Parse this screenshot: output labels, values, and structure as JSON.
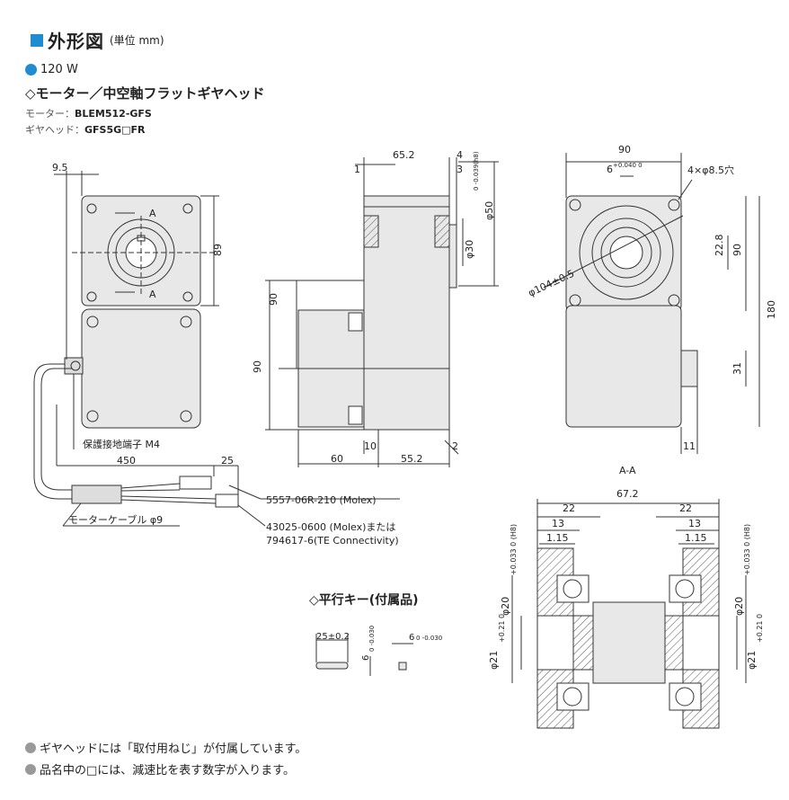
{
  "header": {
    "title": "外形図",
    "unit": "(単位 mm)"
  },
  "power": "120 W",
  "subtitle": "◇モーター／中空軸フラットギヤヘッド",
  "motor": {
    "label": "モーター：",
    "value": "BLEM512-GFS"
  },
  "gearhead": {
    "label": "ギヤヘッド：",
    "value": "GFS5G□FR"
  },
  "dims": {
    "d9_5": "9.5",
    "d89": "89",
    "dA": "A",
    "d65_2": "65.2",
    "d4": "4",
    "d1": "1",
    "d3": "3",
    "phi50": "φ50",
    "phi50tol": "0\n-0.039(h8)",
    "phi30": "φ30",
    "d90a": "90",
    "d90b": "90",
    "d10": "10",
    "d2": "2",
    "d60": "60",
    "d55_2": "55.2",
    "d90top": "90",
    "d6tol": "6",
    "d6tolv": "+0.040\n0",
    "holes": "4×φ8.5穴",
    "d22_8": "22.8",
    "d90r": "90",
    "d180": "180",
    "phi104": "φ104±0.5",
    "d31": "31",
    "d11": "11",
    "ground": "保護接地端子 M4",
    "d450": "450",
    "d25": "25",
    "conn1": "5557-06R-210 (Molex)",
    "conn2a": "43025-0600 (Molex)または",
    "conn2b": "794617-6(TE Connectivity)",
    "cable": "モーターケーブル φ9"
  },
  "section": {
    "label": "A-A",
    "d67_2": "67.2",
    "d22a": "22",
    "d22b": "22",
    "d13a": "13",
    "d13b": "13",
    "d115a": "1.15",
    "d115b": "1.15",
    "phi20": "φ20",
    "phi20tol": "+0.033 0 (H8)",
    "phi21": "φ21",
    "phi21tol": "+0.21 0"
  },
  "key": {
    "title": "◇平行キー(付属品)",
    "d25": "25±0.2",
    "d6a": "6",
    "d6tol": "0 -0.030",
    "d6b": "6",
    "d6btol": "0 -0.030"
  },
  "notes": [
    "ギヤヘッドには「取付用ねじ」が付属しています。",
    "品名中の□には、減速比を表す数字が入ります。"
  ],
  "colors": {
    "accent": "#1f8bd0",
    "body": "#e8e8e8",
    "line": "#333333"
  }
}
